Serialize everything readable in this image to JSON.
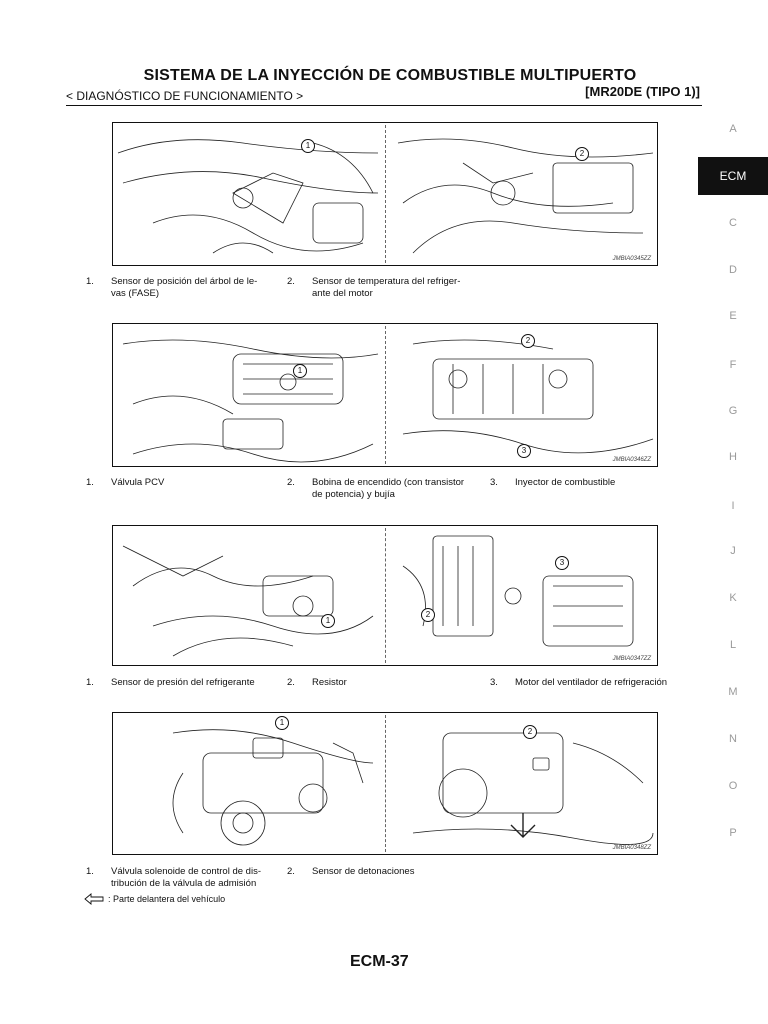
{
  "header": {
    "title": "SISTEMA DE LA INYECCIÓN DE COMBUSTIBLE MULTIPUERTO",
    "section": "< DIAGNÓSTICO DE FUNCIONAMIENTO >",
    "model": "[MR20DE (TIPO 1)]"
  },
  "figures": [
    {
      "code": "JMBIA0345ZZ",
      "callouts": [
        "1",
        "2"
      ],
      "captions": [
        {
          "num": "1.",
          "text": "Sensor de posición del árbol de le-\nvas (FASE)"
        },
        {
          "num": "2.",
          "text": "Sensor de temperatura del refriger-\nante del motor"
        }
      ]
    },
    {
      "code": "JMBIA0346ZZ",
      "callouts": [
        "1",
        "2",
        "3"
      ],
      "captions": [
        {
          "num": "1.",
          "text": "Válvula PCV"
        },
        {
          "num": "2.",
          "text": "Bobina de encendido (con transistor\nde potencia) y bujía"
        },
        {
          "num": "3.",
          "text": "Inyector de combustible"
        }
      ]
    },
    {
      "code": "JMBIA0347ZZ",
      "callouts": [
        "1",
        "2",
        "3"
      ],
      "captions": [
        {
          "num": "1.",
          "text": "Sensor de presión del refrigerante"
        },
        {
          "num": "2.",
          "text": "Resistor"
        },
        {
          "num": "3.",
          "text": "Motor del ventilador de refrigeración"
        }
      ]
    },
    {
      "code": "JMBIA0348ZZ",
      "callouts": [
        "1",
        "2"
      ],
      "captions": [
        {
          "num": "1.",
          "text": "Válvula solenoide de control de dis-\ntribución de la válvula de admisión"
        },
        {
          "num": "2.",
          "text": "Sensor de detonaciones"
        }
      ]
    }
  ],
  "front_note": ": Parte delantera del vehículo",
  "page_number": "ECM-37",
  "side_index": {
    "letters": [
      "A",
      "ECM",
      "C",
      "D",
      "E",
      "F",
      "G",
      "H",
      "I",
      "J",
      "K",
      "L",
      "M",
      "N",
      "O",
      "P"
    ],
    "active": "ECM"
  },
  "colors": {
    "tab_bg": "#111111",
    "index_letter": "#9a9a9a"
  }
}
